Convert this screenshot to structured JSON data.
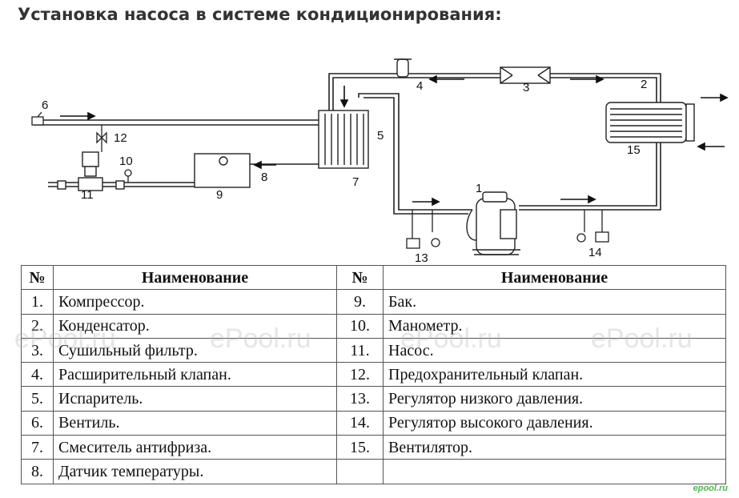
{
  "title": "Установка насоса в системе кондиционирования:",
  "diagram": {
    "labels": [
      {
        "id": "1",
        "text": "1"
      },
      {
        "id": "2",
        "text": "2"
      },
      {
        "id": "3",
        "text": "3"
      },
      {
        "id": "4",
        "text": "4"
      },
      {
        "id": "5",
        "text": "5"
      },
      {
        "id": "6",
        "text": "6"
      },
      {
        "id": "7",
        "text": "7"
      },
      {
        "id": "8",
        "text": "8"
      },
      {
        "id": "9",
        "text": "9"
      },
      {
        "id": "10",
        "text": "10"
      },
      {
        "id": "11",
        "text": "11"
      },
      {
        "id": "12",
        "text": "12"
      },
      {
        "id": "13",
        "text": "13"
      },
      {
        "id": "14",
        "text": "14"
      },
      {
        "id": "15",
        "text": "15"
      }
    ]
  },
  "table": {
    "headers": [
      "№",
      "Наименование",
      "№",
      "Наименование"
    ],
    "rows": [
      [
        "1.",
        "Компрессор.",
        "9.",
        "Бак."
      ],
      [
        "2.",
        "Конденсатор.",
        "10.",
        "Манометр."
      ],
      [
        "3.",
        "Сушильный фильтр.",
        "11.",
        "Насос."
      ],
      [
        "4.",
        "Расширительный клапан.",
        "12.",
        "Предохранительный клапан."
      ],
      [
        "5.",
        "Испаритель.",
        "13.",
        "Регулятор низкого давления."
      ],
      [
        "6.",
        "Вентиль.",
        "14.",
        "Регулятор высокого давления."
      ],
      [
        "7.",
        "Смеситель антифриза.",
        "15.",
        "Вентилятор."
      ],
      [
        "8.",
        "Датчик температуры.",
        "",
        ""
      ]
    ]
  },
  "watermark": [
    "ePool.ru",
    "ePool.ru",
    "ePool.ru",
    "ePool.ru"
  ],
  "logo": "epool.ru"
}
